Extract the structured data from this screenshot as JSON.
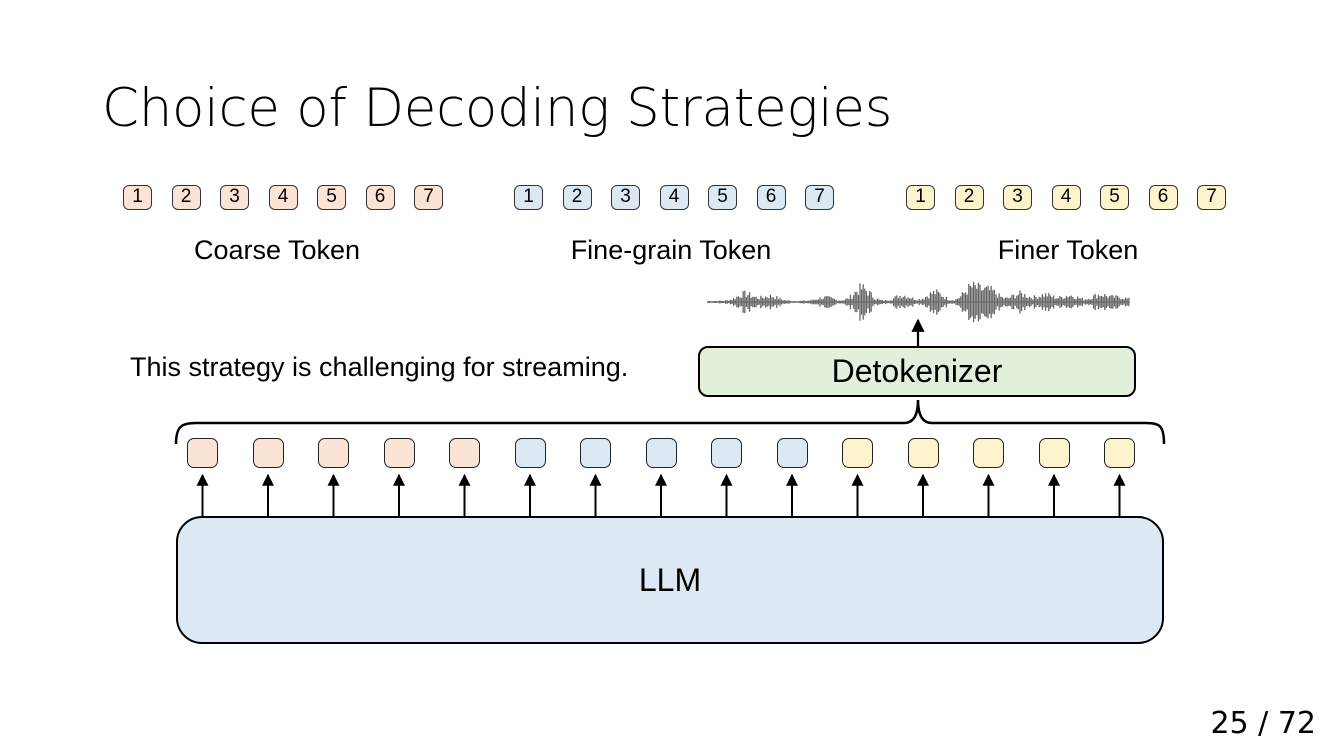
{
  "slide": {
    "title": "Choice of Decoding Strategies",
    "page_number": "25 / 72"
  },
  "colors": {
    "coarse": "#fbe4d6",
    "fine": "#dde8f5",
    "finer": "#fdf3cc",
    "detokenizer": "#e2efda",
    "llm": "#dde8f5"
  },
  "token_groups": [
    {
      "label": "Coarse Token",
      "tokens": [
        "1",
        "2",
        "3",
        "4",
        "5",
        "6",
        "7"
      ],
      "color_key": "coarse"
    },
    {
      "label": "Fine-grain Token",
      "tokens": [
        "1",
        "2",
        "3",
        "4",
        "5",
        "6",
        "7"
      ],
      "color_key": "fine"
    },
    {
      "label": "Finer Token",
      "tokens": [
        "1",
        "2",
        "3",
        "4",
        "5",
        "6",
        "7"
      ],
      "color_key": "finer"
    }
  ],
  "sequence": {
    "token_colors": [
      "coarse",
      "coarse",
      "coarse",
      "coarse",
      "coarse",
      "fine",
      "fine",
      "fine",
      "fine",
      "fine",
      "finer",
      "finer",
      "finer",
      "finer",
      "finer"
    ]
  },
  "detokenizer_label": "Detokenizer",
  "llm_label": "LLM",
  "note": "This strategy is challenging for streaming.",
  "waveform_icon": "audio-waveform-icon"
}
